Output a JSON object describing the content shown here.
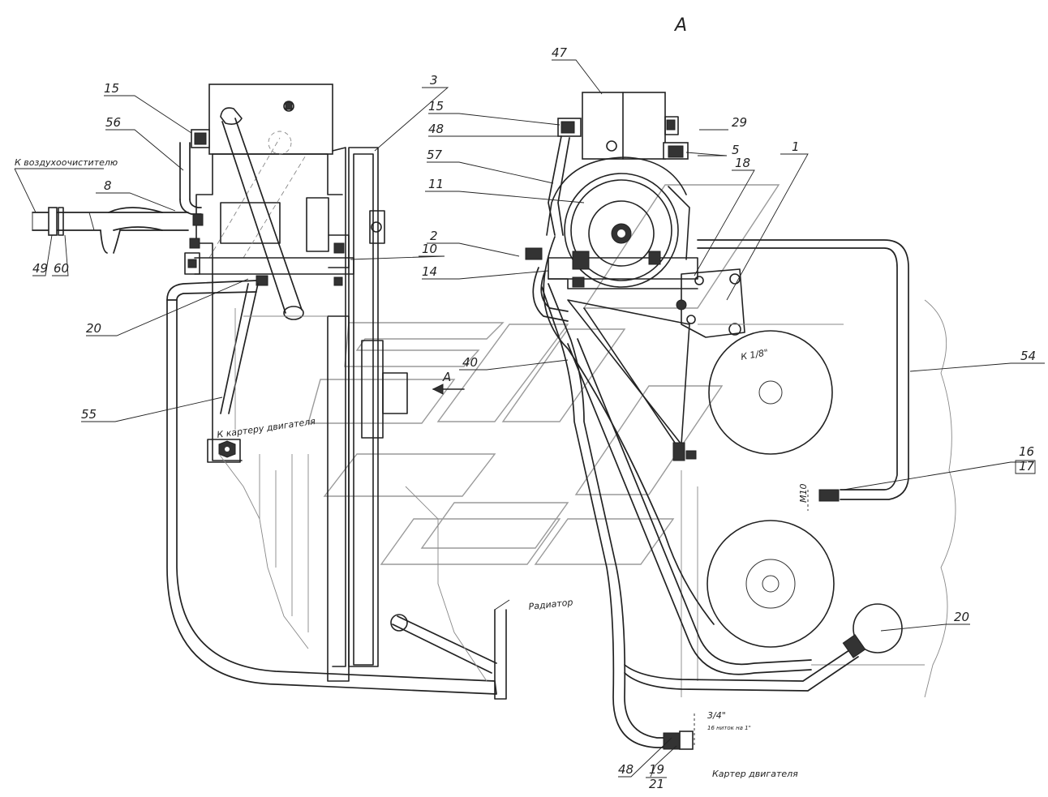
{
  "view_title": "А",
  "notes": {
    "air_cleaner": "К воздухоочистителю",
    "engine_crankcase_left": "К картеру двигателя",
    "engine_crankcase_bottom": "Картер двигателя",
    "radiator": "Радиатор",
    "section_arrow": "А",
    "thread_1_8": "К 1/8\"",
    "thread_m10": "М10",
    "thread_3_4": "3/4\"",
    "thread_3_4_sub": "16 ниток на 1\""
  },
  "callouts": {
    "c15_left": "15",
    "c56": "56",
    "c8": "8",
    "c49": "49",
    "c60": "60",
    "c20_left": "20",
    "c55": "55",
    "c3": "3",
    "c10": "10",
    "c47": "47",
    "c15_right": "15",
    "c48_top": "48",
    "c29": "29",
    "c5": "5",
    "c1": "1",
    "c57": "57",
    "c18": "18",
    "c11": "11",
    "c2": "2",
    "c14": "14",
    "c40": "40",
    "c54": "54",
    "c16": "16",
    "c17": "17",
    "c20_right": "20",
    "c48_bottom": "48",
    "c19": "19",
    "c21": "21"
  }
}
